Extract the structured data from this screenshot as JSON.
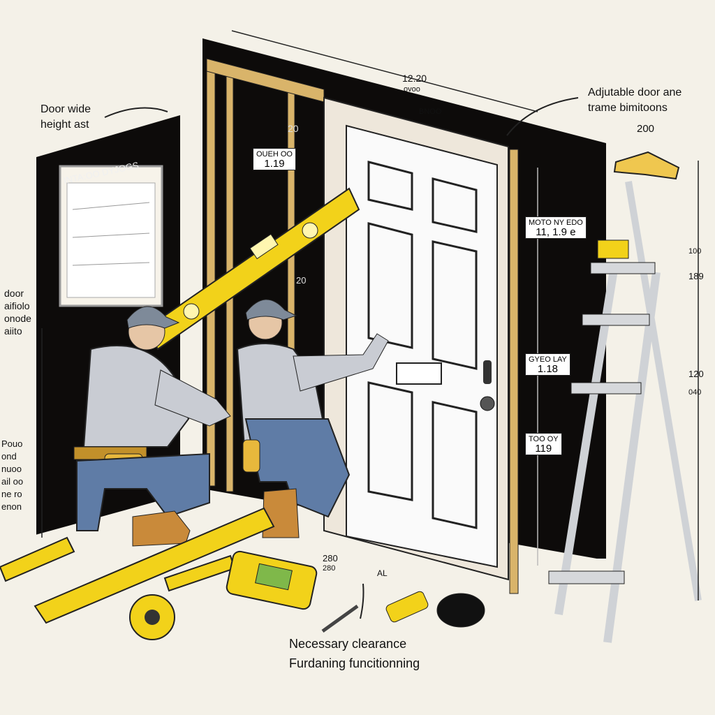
{
  "callouts": {
    "door_width": "Door wide",
    "height_set": "height ast",
    "adjustable": "Adjutable door ane",
    "frame": "trame bimitoons",
    "left_side": [
      "door",
      "aifiolo",
      "onode",
      "aiito"
    ],
    "bottom_left": [
      "Pouo",
      "ond",
      "nuoo",
      "ail oo",
      "ne ro",
      "enon"
    ],
    "clearance": "Necessary clearance",
    "functioning": "Furdaning funcitionning"
  },
  "board": {
    "title": "INTA:OO DYJOGS"
  },
  "dims": {
    "top_a": "12.20",
    "top_b": "ovoo",
    "top_c": "20",
    "mid": "20",
    "right_top": "200",
    "right_1": "100",
    "right_2": "189",
    "right_3": "120",
    "right_4": "040",
    "floor_1": "280",
    "floor_2": "280",
    "floor_3": "AL",
    "band": "BNOO"
  },
  "tags": [
    {
      "top": "OUEH OO",
      "value": "1.19"
    },
    {
      "top": "MOTO NY EDO",
      "value": "11, 1.9 e"
    },
    {
      "top": "GYEO LAY",
      "value": "1.18"
    },
    {
      "top": "TOO OY",
      "value": "119"
    }
  ],
  "colors": {
    "level": "#f2d21a",
    "wall": "#0d0b0a",
    "door": "#fafafa",
    "frame": "#d9b46a",
    "shirt": "#c9ccd3",
    "jeans": "#5f7ca6",
    "cap": "#7e8a99",
    "boots": "#c98a3a",
    "ladder_top": "#efc74f"
  }
}
